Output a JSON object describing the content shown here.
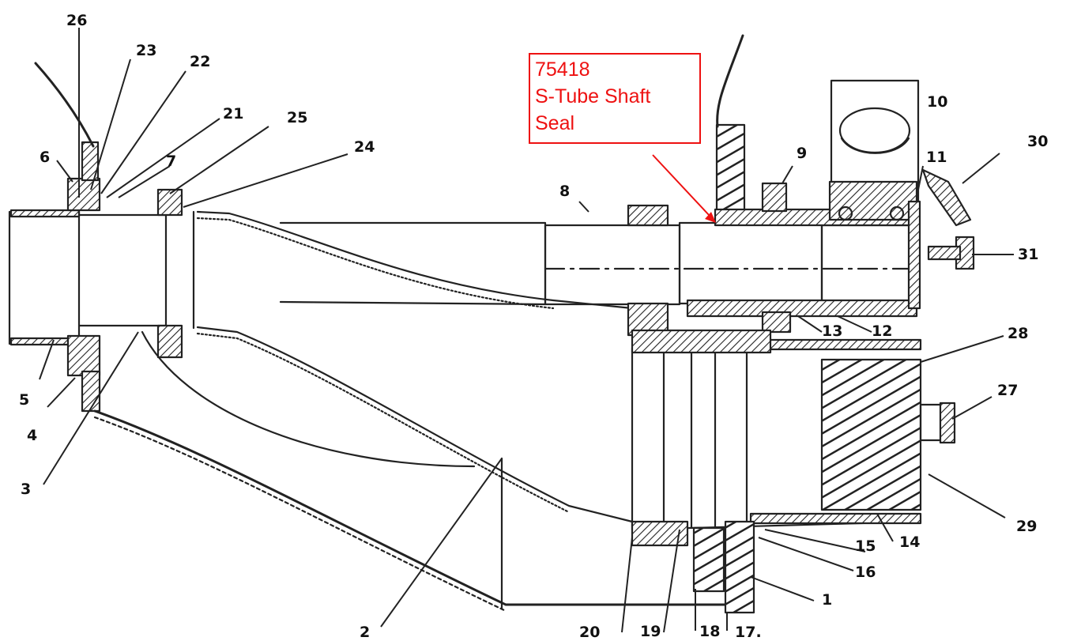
{
  "callout": {
    "part_number": "75418",
    "line1": "S-Tube Shaft",
    "line2": "Seal",
    "color": "#ee1111"
  },
  "labels": {
    "l1": "1",
    "l2": "2",
    "l3": "3",
    "l4": "4",
    "l5": "5",
    "l6": "6",
    "l7": "7",
    "l8": "8",
    "l9": "9",
    "l10": "10",
    "l11": "11",
    "l12": "12",
    "l13": "13",
    "l14": "14",
    "l15": "15",
    "l16": "16",
    "l17": "17.",
    "l18": "18",
    "l19": "19",
    "l20": "20",
    "l21": "21",
    "l22": "22",
    "l23": "23",
    "l24": "24",
    "l25": "25",
    "l26": "26",
    "l27": "27",
    "l28": "28",
    "l29": "29",
    "l30": "30",
    "l31": "31"
  }
}
